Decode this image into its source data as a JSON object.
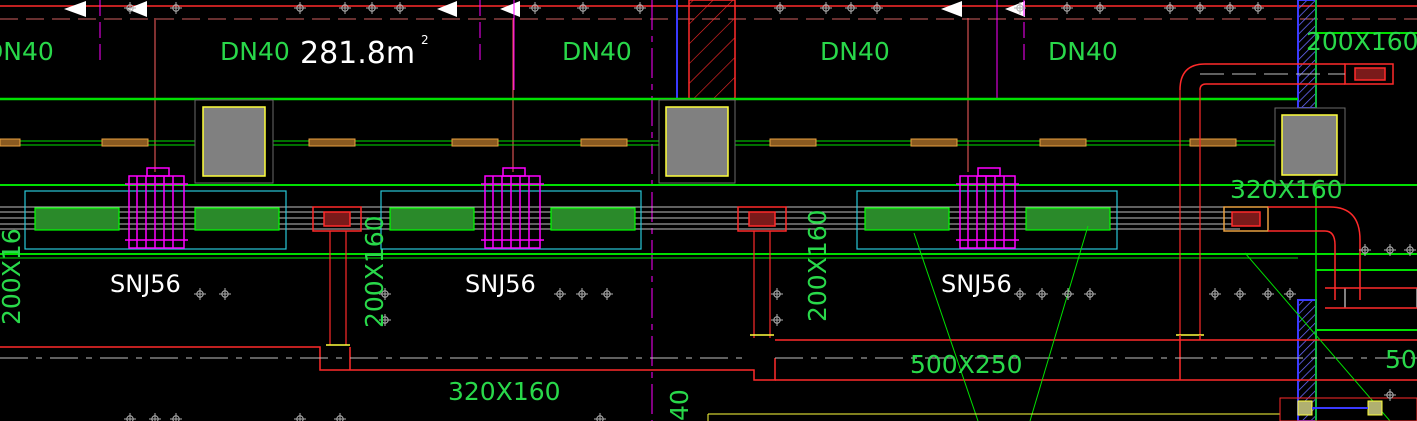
{
  "drawing": {
    "area": {
      "value": "281.8m",
      "superscript": "2"
    },
    "pipe_labels": [
      "DN40",
      "DN40",
      "DN40",
      "DN40",
      "DN40"
    ],
    "duct_labels": {
      "size_200x160_top": "200X160",
      "size_320x160_right": "320X160",
      "size_320x160_bottom": "320X160",
      "size_500x250": "500X250",
      "size_500_partial": "50",
      "size_200x160_vert_left": "200X16",
      "size_200x160_vert_mid": "200X160",
      "size_200x160_vert_right": "200X160",
      "size_partial_bottom": "40"
    },
    "units": [
      "SNJ56",
      "SNJ56",
      "SNJ56"
    ]
  },
  "colors": {
    "background": "#000000",
    "green": "#00e000",
    "text_green": "#29d84a",
    "red": "#ff2a2a",
    "magenta": "#ff00ff",
    "cyan": "#28c8d8",
    "yellow": "#ffff3c",
    "gray": "#808080",
    "white": "#ffffff",
    "orange": "#e8a040",
    "blue": "#3a3aff"
  }
}
